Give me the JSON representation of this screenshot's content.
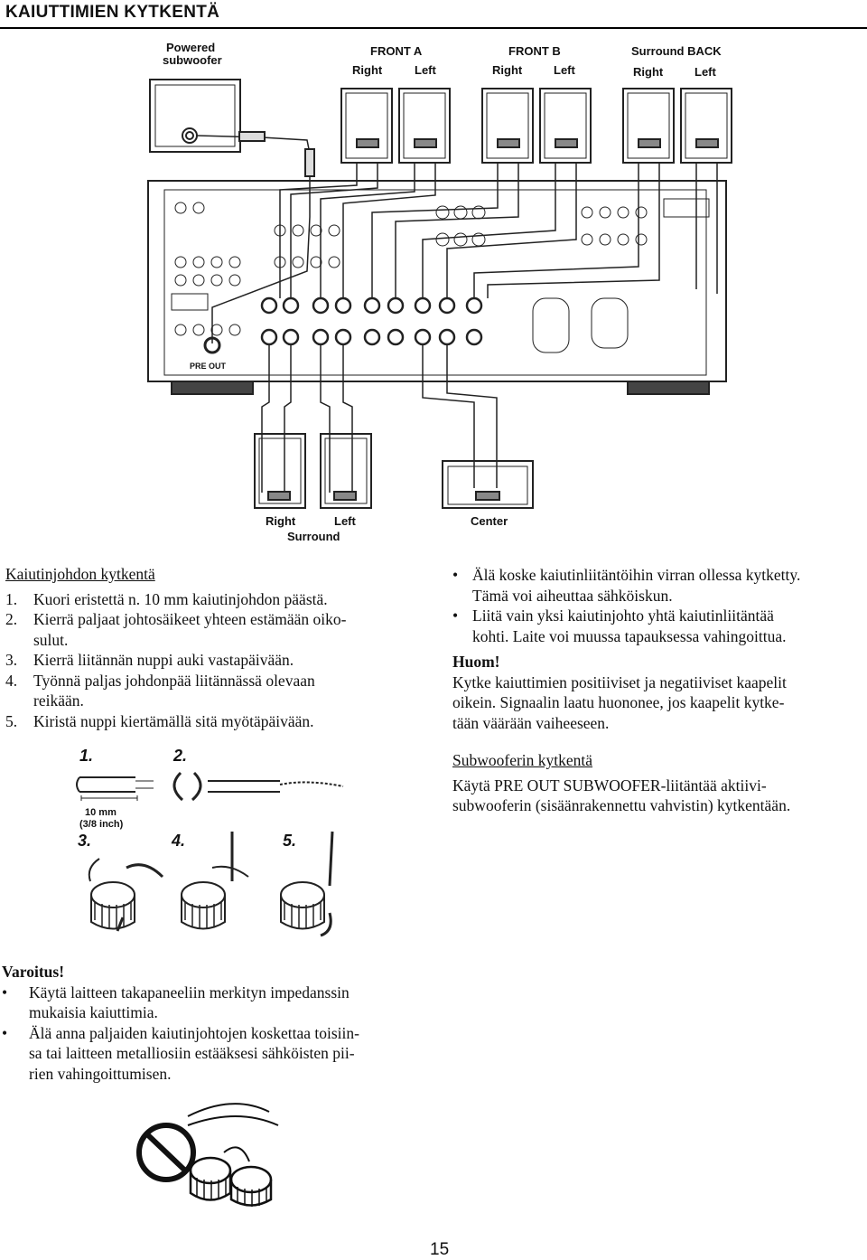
{
  "page_title": "KAIUTTIMIEN KYTKENTÄ",
  "diagram": {
    "labels": {
      "powered_subwoofer_1": "Powered",
      "powered_subwoofer_2": "subwoofer",
      "front_a": "FRONT A",
      "front_b": "FRONT B",
      "surround_back": "Surround BACK",
      "right": "Right",
      "left": "Left",
      "pre_out": "PRE OUT",
      "surround": "Surround",
      "center": "Center"
    }
  },
  "cable_section": {
    "title": "Kaiutinjohdon kytkentä",
    "steps": [
      {
        "num": "1.",
        "lines": [
          "Kuori eristettä n. 10 mm kaiutinjohdon päästä."
        ]
      },
      {
        "num": "2.",
        "lines": [
          "Kierrä paljaat johtosäikeet yhteen estämään oiko-",
          "sulut."
        ]
      },
      {
        "num": "3.",
        "lines": [
          "Kierrä liitännän nuppi auki vastapäivään."
        ]
      },
      {
        "num": "4.",
        "lines": [
          "Työnnä paljas johdonpää liitännässä olevaan",
          "reikään."
        ]
      },
      {
        "num": "5.",
        "lines": [
          "Kiristä nuppi kiertämällä sitä myötäpäivään."
        ]
      }
    ]
  },
  "steps_figure": {
    "labels": [
      "1.",
      "2.",
      "3.",
      "4.",
      "5."
    ],
    "measure_1": "10 mm",
    "measure_2": "(3/8 inch)"
  },
  "right_column": {
    "bullets": [
      [
        "Älä koske kaiutinliitäntöihin virran ollessa kytketty.",
        "Tämä voi aiheuttaa sähköiskun."
      ],
      [
        "Liitä vain yksi kaiutinjohto yhtä kaiutinliitäntää",
        "kohti. Laite voi muussa tapauksessa vahingoittua."
      ]
    ],
    "note_title": "Huom!",
    "note_lines": [
      "Kytke kaiuttimien positiiviset ja negatiiviset kaapelit",
      "oikein. Signaalin laatu huononee, jos kaapelit kytke-",
      "tään väärään vaiheeseen."
    ],
    "sub_title": "Subwooferin kytkentä",
    "sub_lines": [
      "Käytä PRE OUT SUBWOOFER-liitäntää aktiivi-",
      "subwooferin (sisäänrakennettu vahvistin) kytkentään."
    ]
  },
  "warning": {
    "title": "Varoitus!",
    "bullets": [
      [
        "Käytä laitteen takapaneeliin merkityn impedanssin",
        "mukaisia kaiuttimia."
      ],
      [
        "Älä anna paljaiden kaiutinjohtojen koskettaa toisiin-",
        "sa tai laitteen metalliosiin estääksesi sähköisten pii-",
        "rien vahingoittumisen."
      ]
    ]
  },
  "page_number": "15"
}
